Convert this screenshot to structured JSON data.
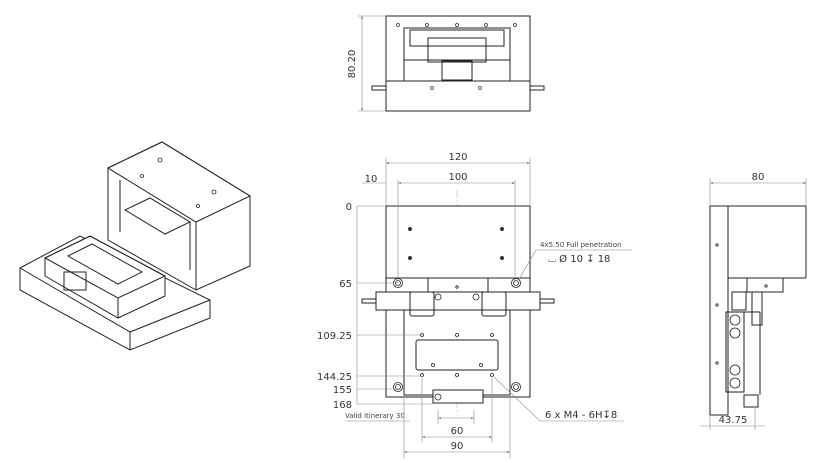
{
  "drawing": {
    "top_view": {
      "height_dim": "80.20"
    },
    "front_view": {
      "width_dims": {
        "overall": "120",
        "hole_pitch": "100",
        "offset": "10"
      },
      "vertical_dims": [
        "0",
        "65",
        "109.25",
        "144.25",
        "155",
        "168"
      ],
      "bottom_dims": {
        "travel": "Valid itinerary 30",
        "inner": "60",
        "outer": "90"
      },
      "callout_holes": {
        "line1": "4x5.50 Full penetration",
        "line2": "⌴ Ø 10 ↧ 18"
      },
      "callout_threads": "6 x  M4 - 6H↧8"
    },
    "side_view": {
      "width_dim": "80",
      "base_dim": "43.75"
    }
  }
}
